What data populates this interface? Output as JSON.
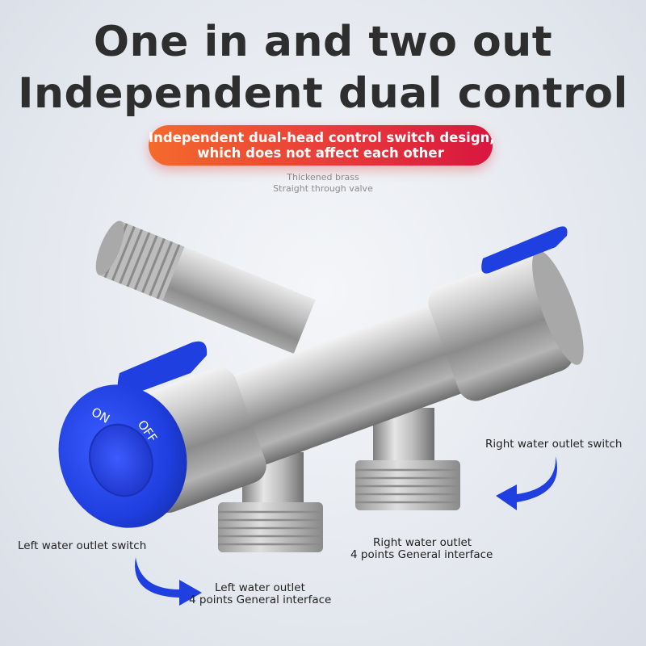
{
  "headline": {
    "line1": "One in and two out",
    "line2": "Independent dual control"
  },
  "banner": {
    "line1": "Independent dual-head control switch design,",
    "line2": "which does not affect each other"
  },
  "subcaption": {
    "line1": "Thickened brass",
    "line2": "Straight through valve"
  },
  "valve": {
    "knob_on": "ON",
    "knob_off": "OFF"
  },
  "callouts": {
    "right_switch": "Right water outlet switch",
    "right_outlet_line1": "Right water outlet",
    "right_outlet_line2": "4 points General interface",
    "left_switch": "Left water outlet switch",
    "left_outlet_line1": "Left water outlet",
    "left_outlet_line2": "4 points General interface"
  },
  "colors": {
    "accent_blue": "#1f3fe0",
    "banner_start": "#f46a2c",
    "banner_end": "#d9163f"
  },
  "icons": [
    "curved-arrow-left-icon",
    "curved-arrow-right-icon"
  ]
}
